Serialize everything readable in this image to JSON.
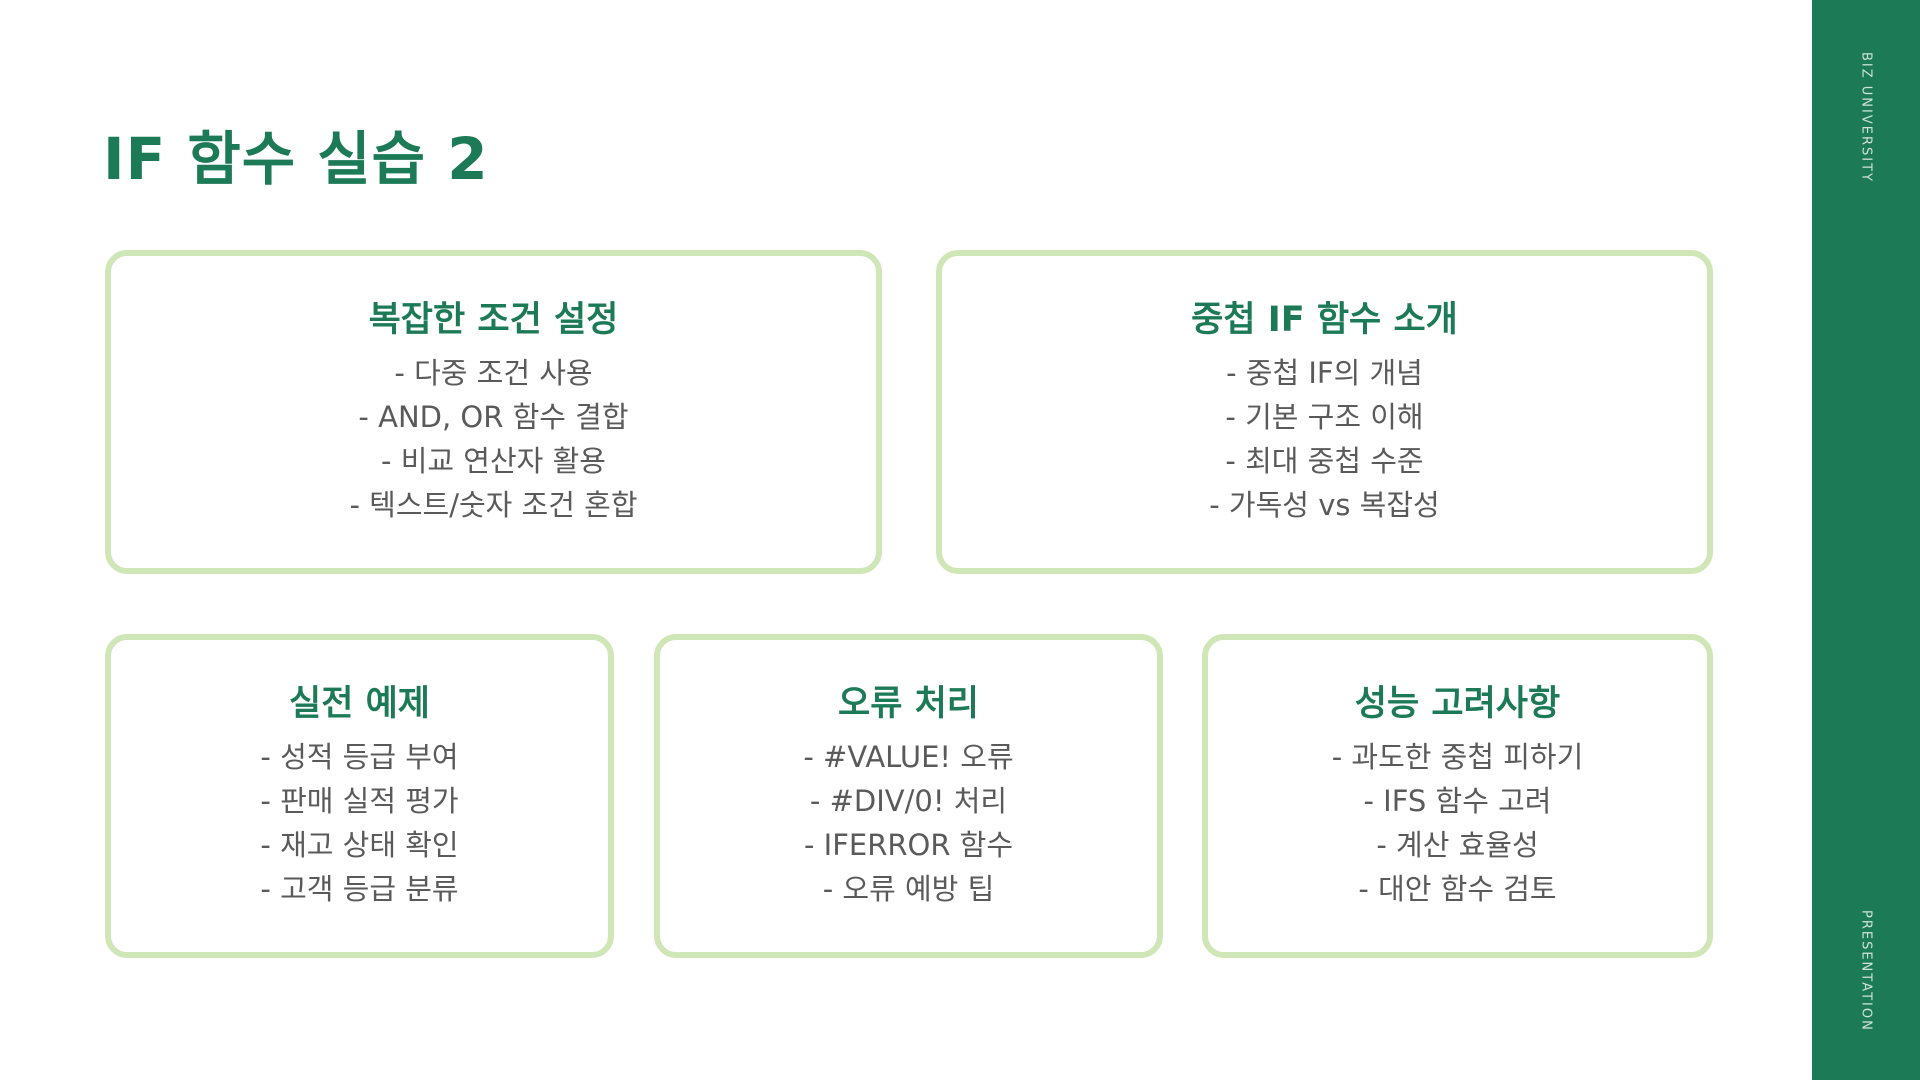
{
  "title": "IF 함수 실습 2",
  "cards": [
    {
      "title": "복잡한 조건 설정",
      "items": [
        "- 다중 조건 사용",
        "- AND, OR 함수 결합",
        "- 비교 연산자 활용",
        "- 텍스트/숫자 조건 혼합"
      ]
    },
    {
      "title": "중첩 IF 함수 소개",
      "items": [
        "- 중첩 IF의 개념",
        "- 기본 구조 이해",
        "- 최대 중첩 수준",
        "- 가독성 vs 복잡성"
      ]
    },
    {
      "title": "실전 예제",
      "items": [
        "- 성적 등급 부여",
        "- 판매 실적 평가",
        "- 재고 상태 확인",
        "- 고객 등급 분류"
      ]
    },
    {
      "title": "오류 처리",
      "items": [
        "- #VALUE! 오류",
        "- #DIV/0! 처리",
        "- IFERROR 함수",
        "- 오류 예방 팁"
      ]
    },
    {
      "title": "성능 고려사항",
      "items": [
        "- 과도한 중첩 피하기",
        "- IFS 함수 고려",
        "- 계산 효율성",
        "- 대안 함수 검토"
      ]
    }
  ],
  "sidebar": {
    "top_text": "BIZ UNIVERSITY",
    "bottom_text": "PRESENTATION"
  },
  "colors": {
    "accent": "#1c7a57",
    "card_border": "#cfe6b6",
    "body_text": "#5a5a5a"
  }
}
